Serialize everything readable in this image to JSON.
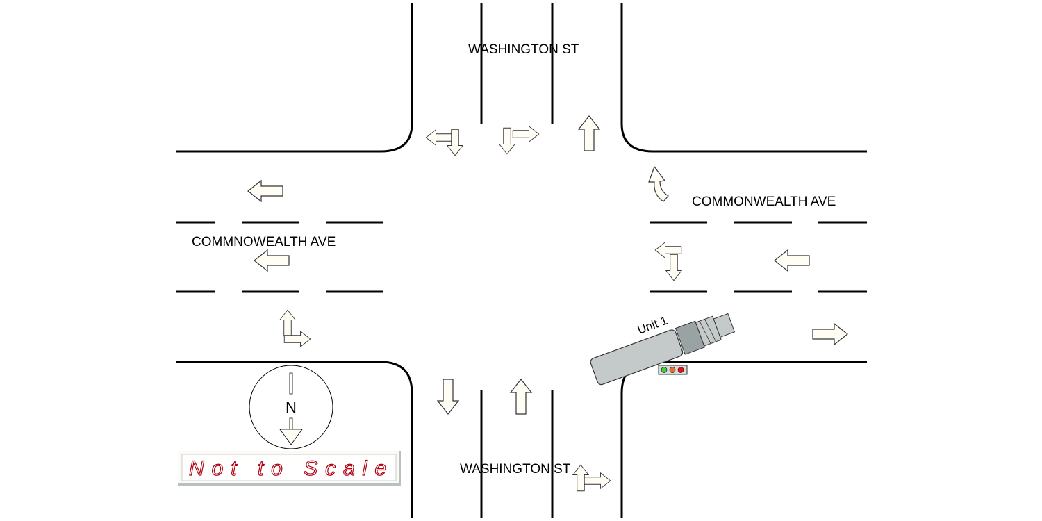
{
  "streets": {
    "north_label": "WASHINGTON ST",
    "south_label": "WASHINGTON ST",
    "east_label": "COMMONWEALTH AVE",
    "west_label": "COMMNOWEALTH AVE"
  },
  "vehicle": {
    "label": "Unit 1",
    "type": "tractor-trailer",
    "color": "#c4cac9"
  },
  "traffic_signal": {
    "lights": [
      "#40d040",
      "#e07030",
      "#ee1010"
    ]
  },
  "north_arrow": {
    "letter": "N"
  },
  "scale_note": "Not to Scale",
  "colors": {
    "scale_text": "#b00010",
    "arrow_fill": "#fffdf4"
  }
}
